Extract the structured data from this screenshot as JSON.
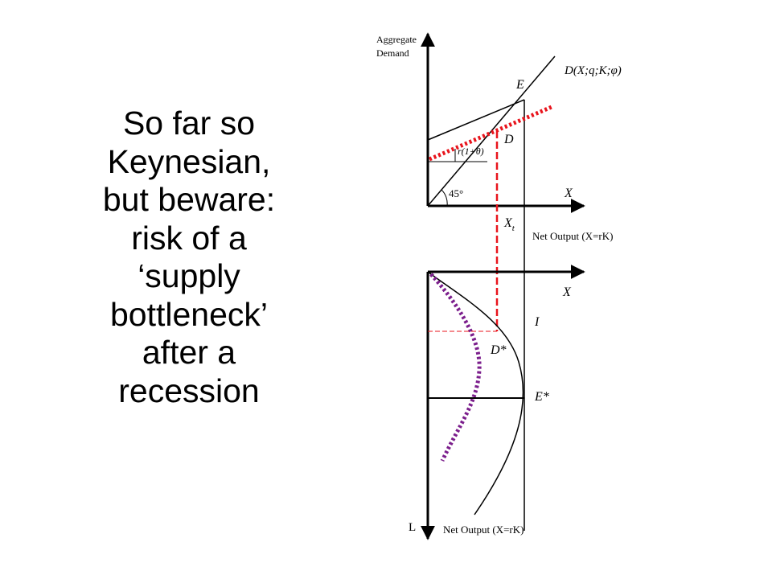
{
  "slide": {
    "text_lines": [
      "So far so",
      "Keynesian,",
      "but beware:",
      "risk of a",
      "‘supply",
      "bottleneck’",
      "after a",
      "recession"
    ]
  },
  "diagram": {
    "y_axis_label_line1": "Aggregate",
    "y_axis_label_line2": "Demand",
    "point_E": "E",
    "demand_curve_label": "D(X;q;K;φ)",
    "point_D": "D",
    "slope_label": "r(1+θ)",
    "angle_label": "45°",
    "x_axis_top_label": "X",
    "x_t_label": "X",
    "x_t_subscript": "t",
    "net_output_top": "Net Output (X=rK)",
    "x_axis_mid_label": "X",
    "investment_label": "I",
    "point_D_star": "D*",
    "point_E_star": "E*",
    "lower_axis_label": "L",
    "net_output_bottom": "Net Output (X=rK)",
    "colors": {
      "axes": "#000000",
      "dotted_demand": "#e8141c",
      "dashed_projection": "#e8141c",
      "dotted_curve": "#7b1e8c"
    }
  }
}
